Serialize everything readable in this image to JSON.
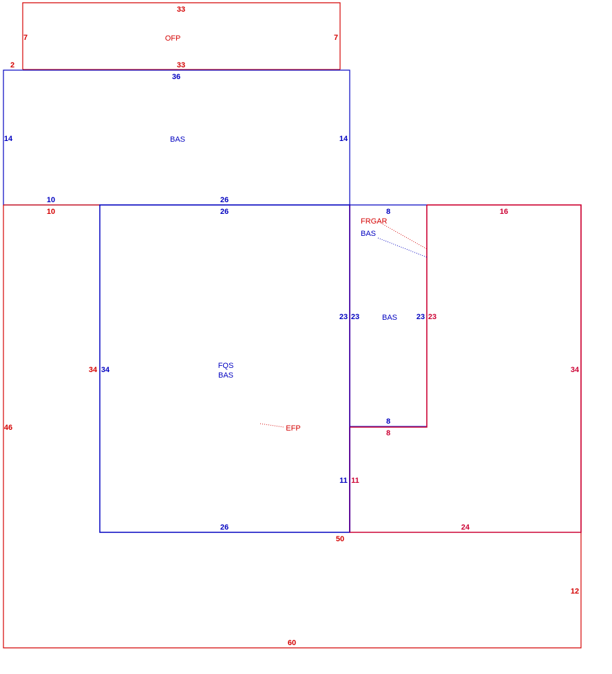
{
  "colors": {
    "red": "#d40000",
    "blue": "#0000c0",
    "magenta": "#cc0033"
  },
  "areas": {
    "ofp": {
      "code": "OFP",
      "dims": {
        "top": "33",
        "left": "7",
        "right": "7",
        "bottom": "33",
        "offset": "2"
      }
    },
    "bas_upper": {
      "code": "BAS",
      "dims": {
        "top": "36",
        "left": "14",
        "right": "14",
        "bottom_left": "10",
        "bottom": "26"
      }
    },
    "outer": {
      "dims": {
        "top_left": "10",
        "left": "46",
        "bottom": "60",
        "right": "12",
        "corner": "50"
      }
    },
    "fqs": {
      "code_1": "FQS",
      "code_2": "BAS",
      "dims": {
        "top": "26",
        "left_red": "34",
        "left_blue": "34",
        "bottom": "26",
        "right_upper": "23",
        "right_lower": "11"
      }
    },
    "bas_small": {
      "code": "BAS",
      "dims": {
        "top": "8",
        "left": "23",
        "right": "23",
        "bottom": "8"
      }
    },
    "frgar": {
      "code_1": "FRGAR",
      "code_2": "BAS",
      "dims": {
        "top": "16",
        "left_upper": "23",
        "bottom_left": "8",
        "left_lower": "11",
        "right": "34",
        "bottom": "24"
      }
    },
    "efp": {
      "code": "EFP"
    }
  }
}
